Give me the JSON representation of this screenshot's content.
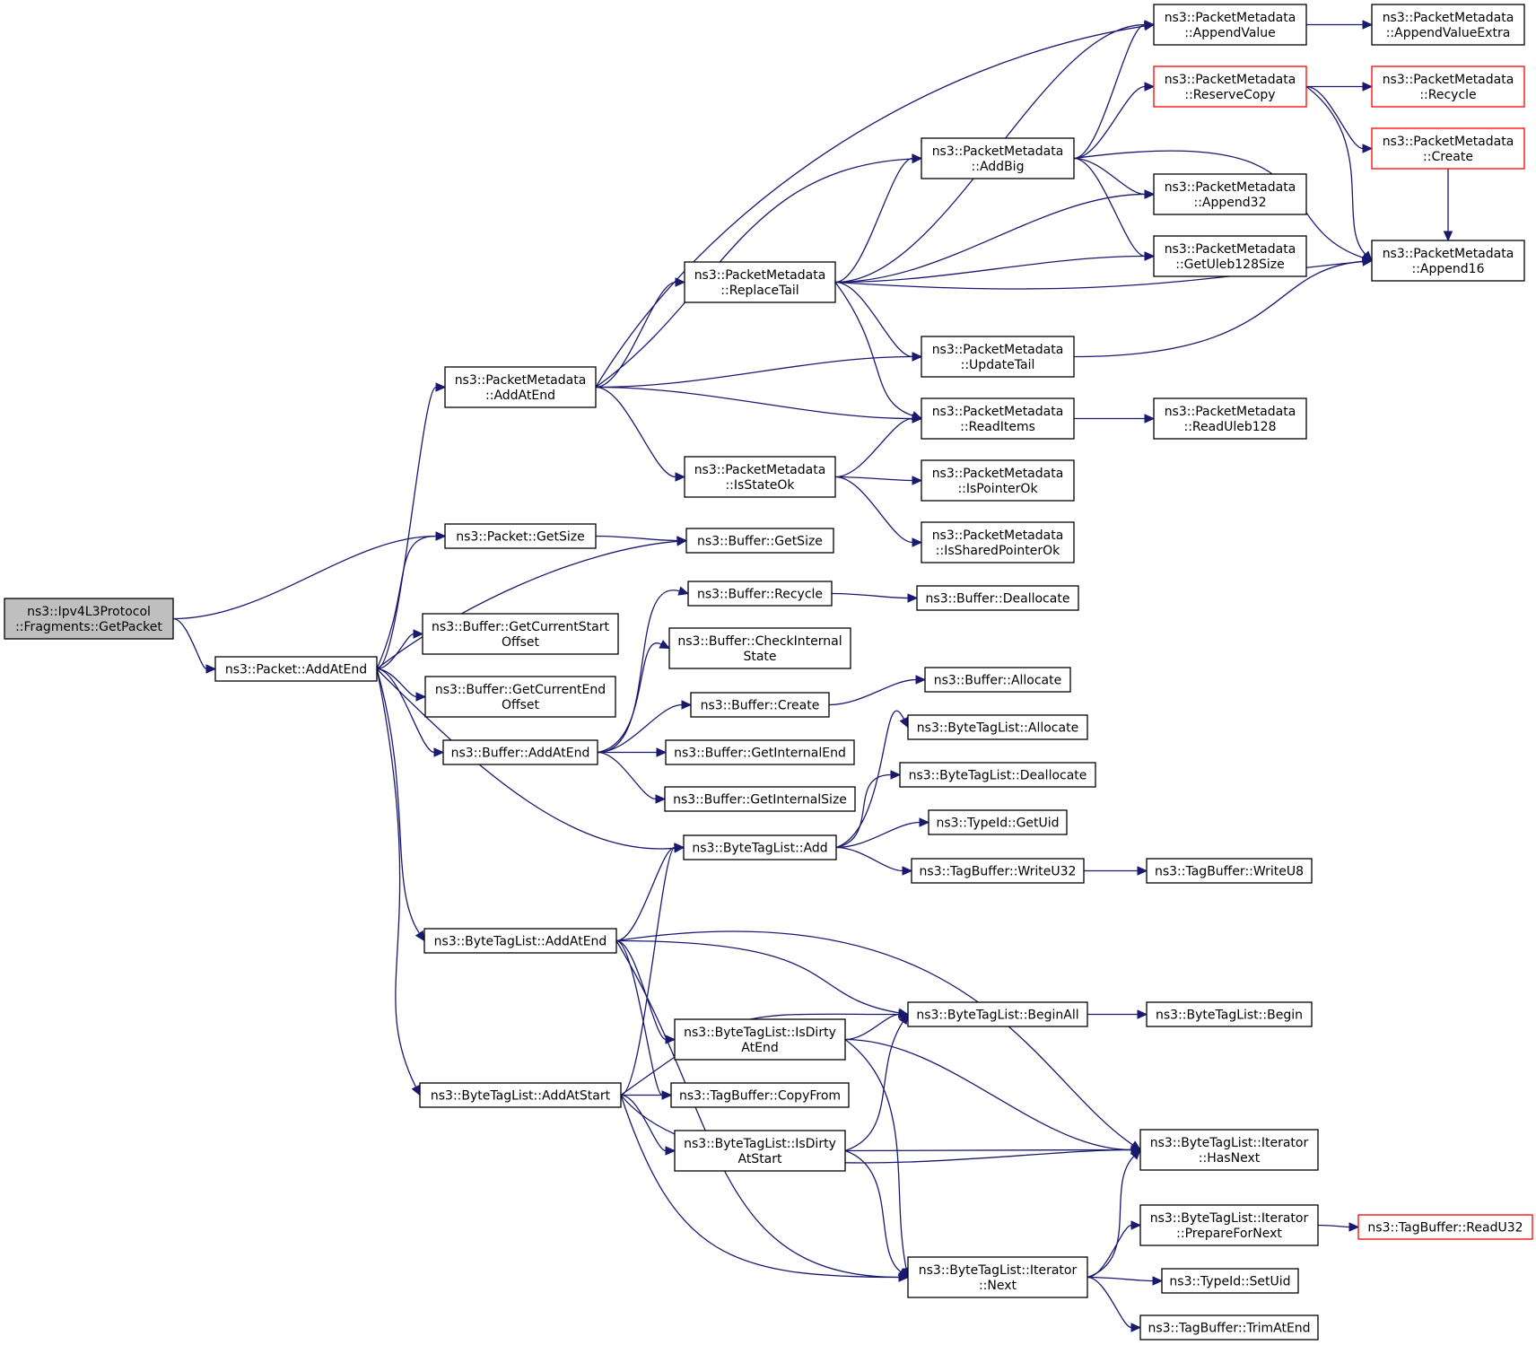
{
  "nodes": [
    {
      "id": "root",
      "lines": [
        "ns3::Ipv4L3Protocol",
        "::Fragments::GetPacket"
      ],
      "style": "root"
    },
    {
      "id": "pkt_addatend",
      "lines": [
        "ns3::Packet::AddAtEnd"
      ],
      "style": "normal"
    },
    {
      "id": "pkt_getsize",
      "lines": [
        "ns3::Packet::GetSize"
      ],
      "style": "normal"
    },
    {
      "id": "pm_addatend",
      "lines": [
        "ns3::PacketMetadata",
        "::AddAtEnd"
      ],
      "style": "normal"
    },
    {
      "id": "buf_getcurstart",
      "lines": [
        "ns3::Buffer::GetCurrentStart",
        "Offset"
      ],
      "style": "normal"
    },
    {
      "id": "buf_getcurend",
      "lines": [
        "ns3::Buffer::GetCurrentEnd",
        "Offset"
      ],
      "style": "normal"
    },
    {
      "id": "buf_addatend",
      "lines": [
        "ns3::Buffer::AddAtEnd"
      ],
      "style": "normal"
    },
    {
      "id": "btl_addatend",
      "lines": [
        "ns3::ByteTagList::AddAtEnd"
      ],
      "style": "normal"
    },
    {
      "id": "btl_addatstart",
      "lines": [
        "ns3::ByteTagList::AddAtStart"
      ],
      "style": "normal"
    },
    {
      "id": "pm_replacetail",
      "lines": [
        "ns3::PacketMetadata",
        "::ReplaceTail"
      ],
      "style": "normal"
    },
    {
      "id": "pm_isstateok",
      "lines": [
        "ns3::PacketMetadata",
        "::IsStateOk"
      ],
      "style": "normal"
    },
    {
      "id": "buf_getsize",
      "lines": [
        "ns3::Buffer::GetSize"
      ],
      "style": "normal"
    },
    {
      "id": "buf_recycle",
      "lines": [
        "ns3::Buffer::Recycle"
      ],
      "style": "normal"
    },
    {
      "id": "buf_checkinternal",
      "lines": [
        "ns3::Buffer::CheckInternal",
        "State"
      ],
      "style": "normal"
    },
    {
      "id": "buf_create",
      "lines": [
        "ns3::Buffer::Create"
      ],
      "style": "normal"
    },
    {
      "id": "buf_getinternalend",
      "lines": [
        "ns3::Buffer::GetInternalEnd"
      ],
      "style": "normal"
    },
    {
      "id": "buf_getinternalsize",
      "lines": [
        "ns3::Buffer::GetInternalSize"
      ],
      "style": "normal"
    },
    {
      "id": "btl_add",
      "lines": [
        "ns3::ByteTagList::Add"
      ],
      "style": "normal"
    },
    {
      "id": "btl_isdirtyatend",
      "lines": [
        "ns3::ByteTagList::IsDirty",
        "AtEnd"
      ],
      "style": "normal"
    },
    {
      "id": "tb_copyfrom",
      "lines": [
        "ns3::TagBuffer::CopyFrom"
      ],
      "style": "normal"
    },
    {
      "id": "btl_isdirtyatstart",
      "lines": [
        "ns3::ByteTagList::IsDirty",
        "AtStart"
      ],
      "style": "normal"
    },
    {
      "id": "pm_addbig",
      "lines": [
        "ns3::PacketMetadata",
        "::AddBig"
      ],
      "style": "normal"
    },
    {
      "id": "pm_updatetail",
      "lines": [
        "ns3::PacketMetadata",
        "::UpdateTail"
      ],
      "style": "normal"
    },
    {
      "id": "pm_readitems",
      "lines": [
        "ns3::PacketMetadata",
        "::ReadItems"
      ],
      "style": "normal"
    },
    {
      "id": "pm_ispointerok",
      "lines": [
        "ns3::PacketMetadata",
        "::IsPointerOk"
      ],
      "style": "normal"
    },
    {
      "id": "pm_issharedpointerok",
      "lines": [
        "ns3::PacketMetadata",
        "::IsSharedPointerOk"
      ],
      "style": "normal"
    },
    {
      "id": "buf_deallocate",
      "lines": [
        "ns3::Buffer::Deallocate"
      ],
      "style": "normal"
    },
    {
      "id": "buf_allocate",
      "lines": [
        "ns3::Buffer::Allocate"
      ],
      "style": "normal"
    },
    {
      "id": "btl_allocate",
      "lines": [
        "ns3::ByteTagList::Allocate"
      ],
      "style": "normal"
    },
    {
      "id": "btl_deallocate",
      "lines": [
        "ns3::ByteTagList::Deallocate"
      ],
      "style": "normal"
    },
    {
      "id": "typeid_getuid",
      "lines": [
        "ns3::TypeId::GetUid"
      ],
      "style": "normal"
    },
    {
      "id": "tb_writeu32",
      "lines": [
        "ns3::TagBuffer::WriteU32"
      ],
      "style": "normal"
    },
    {
      "id": "btl_beginall",
      "lines": [
        "ns3::ByteTagList::BeginAll"
      ],
      "style": "normal"
    },
    {
      "id": "btl_it_next",
      "lines": [
        "ns3::ByteTagList::Iterator",
        "::Next"
      ],
      "style": "normal"
    },
    {
      "id": "pm_appendvalue",
      "lines": [
        "ns3::PacketMetadata",
        "::AppendValue"
      ],
      "style": "normal"
    },
    {
      "id": "pm_reservecopy",
      "lines": [
        "ns3::PacketMetadata",
        "::ReserveCopy"
      ],
      "style": "red"
    },
    {
      "id": "pm_append32",
      "lines": [
        "ns3::PacketMetadata",
        "::Append32"
      ],
      "style": "normal"
    },
    {
      "id": "pm_getuleb128size",
      "lines": [
        "ns3::PacketMetadata",
        "::GetUleb128Size"
      ],
      "style": "normal"
    },
    {
      "id": "pm_readuleb128",
      "lines": [
        "ns3::PacketMetadata",
        "::ReadUleb128"
      ],
      "style": "normal"
    },
    {
      "id": "tb_writeu8",
      "lines": [
        "ns3::TagBuffer::WriteU8"
      ],
      "style": "normal"
    },
    {
      "id": "btl_begin",
      "lines": [
        "ns3::ByteTagList::Begin"
      ],
      "style": "normal"
    },
    {
      "id": "btl_it_hasnext",
      "lines": [
        "ns3::ByteTagList::Iterator",
        "::HasNext"
      ],
      "style": "normal"
    },
    {
      "id": "btl_it_prepare",
      "lines": [
        "ns3::ByteTagList::Iterator",
        "::PrepareForNext"
      ],
      "style": "normal"
    },
    {
      "id": "typeid_setuid",
      "lines": [
        "ns3::TypeId::SetUid"
      ],
      "style": "normal"
    },
    {
      "id": "tb_trimatend",
      "lines": [
        "ns3::TagBuffer::TrimAtEnd"
      ],
      "style": "normal"
    },
    {
      "id": "pm_appendvalueextra",
      "lines": [
        "ns3::PacketMetadata",
        "::AppendValueExtra"
      ],
      "style": "normal"
    },
    {
      "id": "pm_recycle",
      "lines": [
        "ns3::PacketMetadata",
        "::Recycle"
      ],
      "style": "red"
    },
    {
      "id": "pm_create",
      "lines": [
        "ns3::PacketMetadata",
        "::Create"
      ],
      "style": "red"
    },
    {
      "id": "pm_append16",
      "lines": [
        "ns3::PacketMetadata",
        "::Append16"
      ],
      "style": "normal"
    },
    {
      "id": "tb_readu32",
      "lines": [
        "ns3::TagBuffer::ReadU32"
      ],
      "style": "red"
    }
  ],
  "edges": [
    [
      "root",
      "pkt_getsize"
    ],
    [
      "root",
      "pkt_addatend"
    ],
    [
      "pkt_getsize",
      "buf_getsize"
    ],
    [
      "pkt_addatend",
      "pm_addatend"
    ],
    [
      "pkt_addatend",
      "pkt_getsize"
    ],
    [
      "pkt_addatend",
      "buf_getsize"
    ],
    [
      "pkt_addatend",
      "buf_getcurstart"
    ],
    [
      "pkt_addatend",
      "buf_getcurend"
    ],
    [
      "pkt_addatend",
      "buf_addatend"
    ],
    [
      "pkt_addatend",
      "btl_add"
    ],
    [
      "pkt_addatend",
      "btl_addatend"
    ],
    [
      "pkt_addatend",
      "btl_addatstart"
    ],
    [
      "pm_addatend",
      "pm_appendvalue"
    ],
    [
      "pm_addatend",
      "pm_addbig"
    ],
    [
      "pm_addatend",
      "pm_replacetail"
    ],
    [
      "pm_addatend",
      "pm_updatetail"
    ],
    [
      "pm_addatend",
      "pm_readitems"
    ],
    [
      "pm_addatend",
      "pm_isstateok"
    ],
    [
      "pm_replacetail",
      "pm_appendvalue"
    ],
    [
      "pm_replacetail",
      "pm_addbig"
    ],
    [
      "pm_replacetail",
      "pm_append32"
    ],
    [
      "pm_replacetail",
      "pm_getuleb128size"
    ],
    [
      "pm_replacetail",
      "pm_append16"
    ],
    [
      "pm_replacetail",
      "pm_updatetail"
    ],
    [
      "pm_replacetail",
      "pm_readitems"
    ],
    [
      "pm_addbig",
      "pm_appendvalue"
    ],
    [
      "pm_addbig",
      "pm_reservecopy"
    ],
    [
      "pm_addbig",
      "pm_append32"
    ],
    [
      "pm_addbig",
      "pm_getuleb128size"
    ],
    [
      "pm_addbig",
      "pm_append16"
    ],
    [
      "pm_appendvalue",
      "pm_appendvalueextra"
    ],
    [
      "pm_reservecopy",
      "pm_recycle"
    ],
    [
      "pm_reservecopy",
      "pm_create"
    ],
    [
      "pm_reservecopy",
      "pm_append16"
    ],
    [
      "pm_create",
      "pm_append16"
    ],
    [
      "pm_updatetail",
      "pm_append16"
    ],
    [
      "pm_readitems",
      "pm_readuleb128"
    ],
    [
      "pm_isstateok",
      "pm_readitems"
    ],
    [
      "pm_isstateok",
      "pm_ispointerok"
    ],
    [
      "pm_isstateok",
      "pm_issharedpointerok"
    ],
    [
      "buf_recycle",
      "buf_deallocate"
    ],
    [
      "buf_create",
      "buf_allocate"
    ],
    [
      "buf_addatend",
      "buf_recycle"
    ],
    [
      "buf_addatend",
      "buf_checkinternal"
    ],
    [
      "buf_addatend",
      "buf_create"
    ],
    [
      "buf_addatend",
      "buf_getinternalend"
    ],
    [
      "buf_addatend",
      "buf_getinternalsize"
    ],
    [
      "btl_add",
      "btl_allocate"
    ],
    [
      "btl_add",
      "btl_deallocate"
    ],
    [
      "btl_add",
      "typeid_getuid"
    ],
    [
      "btl_add",
      "tb_writeu32"
    ],
    [
      "tb_writeu32",
      "tb_writeu8"
    ],
    [
      "btl_addatend",
      "btl_add"
    ],
    [
      "btl_addatend",
      "btl_beginall"
    ],
    [
      "btl_addatend",
      "btl_isdirtyatend"
    ],
    [
      "btl_addatend",
      "tb_copyfrom"
    ],
    [
      "btl_addatend",
      "btl_it_hasnext"
    ],
    [
      "btl_addatend",
      "btl_it_next"
    ],
    [
      "btl_addatstart",
      "btl_add"
    ],
    [
      "btl_addatstart",
      "btl_beginall"
    ],
    [
      "btl_addatstart",
      "tb_copyfrom"
    ],
    [
      "btl_addatstart",
      "btl_isdirtyatstart"
    ],
    [
      "btl_addatstart",
      "btl_it_hasnext"
    ],
    [
      "btl_addatstart",
      "btl_it_next"
    ],
    [
      "btl_isdirtyatend",
      "btl_beginall"
    ],
    [
      "btl_isdirtyatend",
      "btl_it_hasnext"
    ],
    [
      "btl_isdirtyatend",
      "btl_it_next"
    ],
    [
      "btl_isdirtyatstart",
      "btl_beginall"
    ],
    [
      "btl_isdirtyatstart",
      "btl_it_hasnext"
    ],
    [
      "btl_isdirtyatstart",
      "btl_it_next"
    ],
    [
      "btl_beginall",
      "btl_begin"
    ],
    [
      "btl_it_next",
      "btl_it_hasnext"
    ],
    [
      "btl_it_next",
      "btl_it_prepare"
    ],
    [
      "btl_it_next",
      "typeid_setuid"
    ],
    [
      "btl_it_next",
      "tb_trimatend"
    ],
    [
      "btl_it_prepare",
      "tb_readu32"
    ]
  ]
}
